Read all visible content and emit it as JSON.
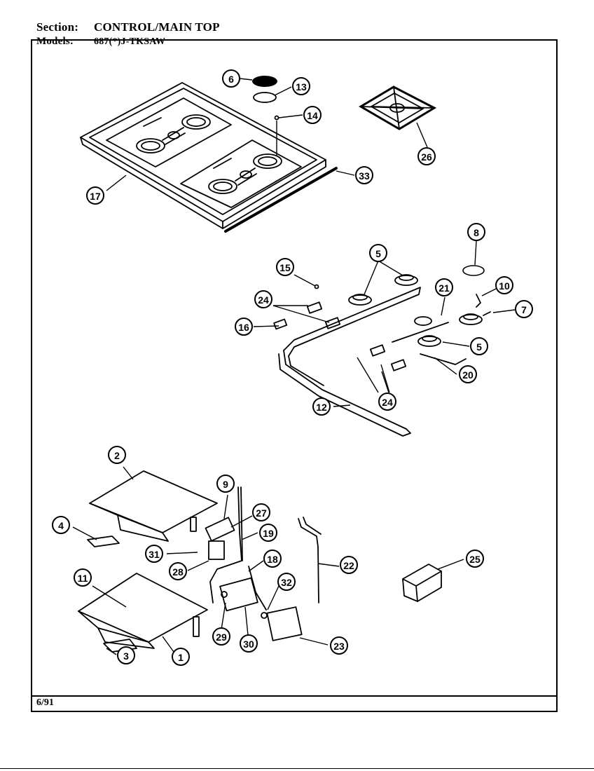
{
  "header": {
    "section_label": "Section:",
    "section_value": "CONTROL/MAIN TOP",
    "models_label": "Models:",
    "models_value": "687(*)J-TKSAW"
  },
  "footer": {
    "date": "6/91"
  },
  "callouts": [
    {
      "id": "6",
      "name": "callout-6"
    },
    {
      "id": "13",
      "name": "callout-13"
    },
    {
      "id": "14",
      "name": "callout-14"
    },
    {
      "id": "26",
      "name": "callout-26-grate"
    },
    {
      "id": "17",
      "name": "callout-17"
    },
    {
      "id": "33",
      "name": "callout-33"
    },
    {
      "id": "8",
      "name": "callout-8"
    },
    {
      "id": "5",
      "name": "callout-5-upper"
    },
    {
      "id": "15",
      "name": "callout-15"
    },
    {
      "id": "21",
      "name": "callout-21"
    },
    {
      "id": "10",
      "name": "callout-10"
    },
    {
      "id": "24",
      "name": "callout-24-upper"
    },
    {
      "id": "7",
      "name": "callout-7"
    },
    {
      "id": "16",
      "name": "callout-16"
    },
    {
      "id": "5",
      "name": "callout-5-lower"
    },
    {
      "id": "20",
      "name": "callout-20"
    },
    {
      "id": "24",
      "name": "callout-24-lower"
    },
    {
      "id": "12",
      "name": "callout-12"
    },
    {
      "id": "2",
      "name": "callout-2"
    },
    {
      "id": "9",
      "name": "callout-9"
    },
    {
      "id": "27",
      "name": "callout-27"
    },
    {
      "id": "4",
      "name": "callout-4"
    },
    {
      "id": "19",
      "name": "callout-19"
    },
    {
      "id": "31",
      "name": "callout-31"
    },
    {
      "id": "18",
      "name": "callout-18"
    },
    {
      "id": "22",
      "name": "callout-22"
    },
    {
      "id": "25",
      "name": "callout-25"
    },
    {
      "id": "28",
      "name": "callout-28"
    },
    {
      "id": "32",
      "name": "callout-32"
    },
    {
      "id": "11",
      "name": "callout-11"
    },
    {
      "id": "29",
      "name": "callout-29"
    },
    {
      "id": "30",
      "name": "callout-30"
    },
    {
      "id": "23",
      "name": "callout-23"
    },
    {
      "id": "3",
      "name": "callout-3"
    },
    {
      "id": "1",
      "name": "callout-1"
    }
  ]
}
